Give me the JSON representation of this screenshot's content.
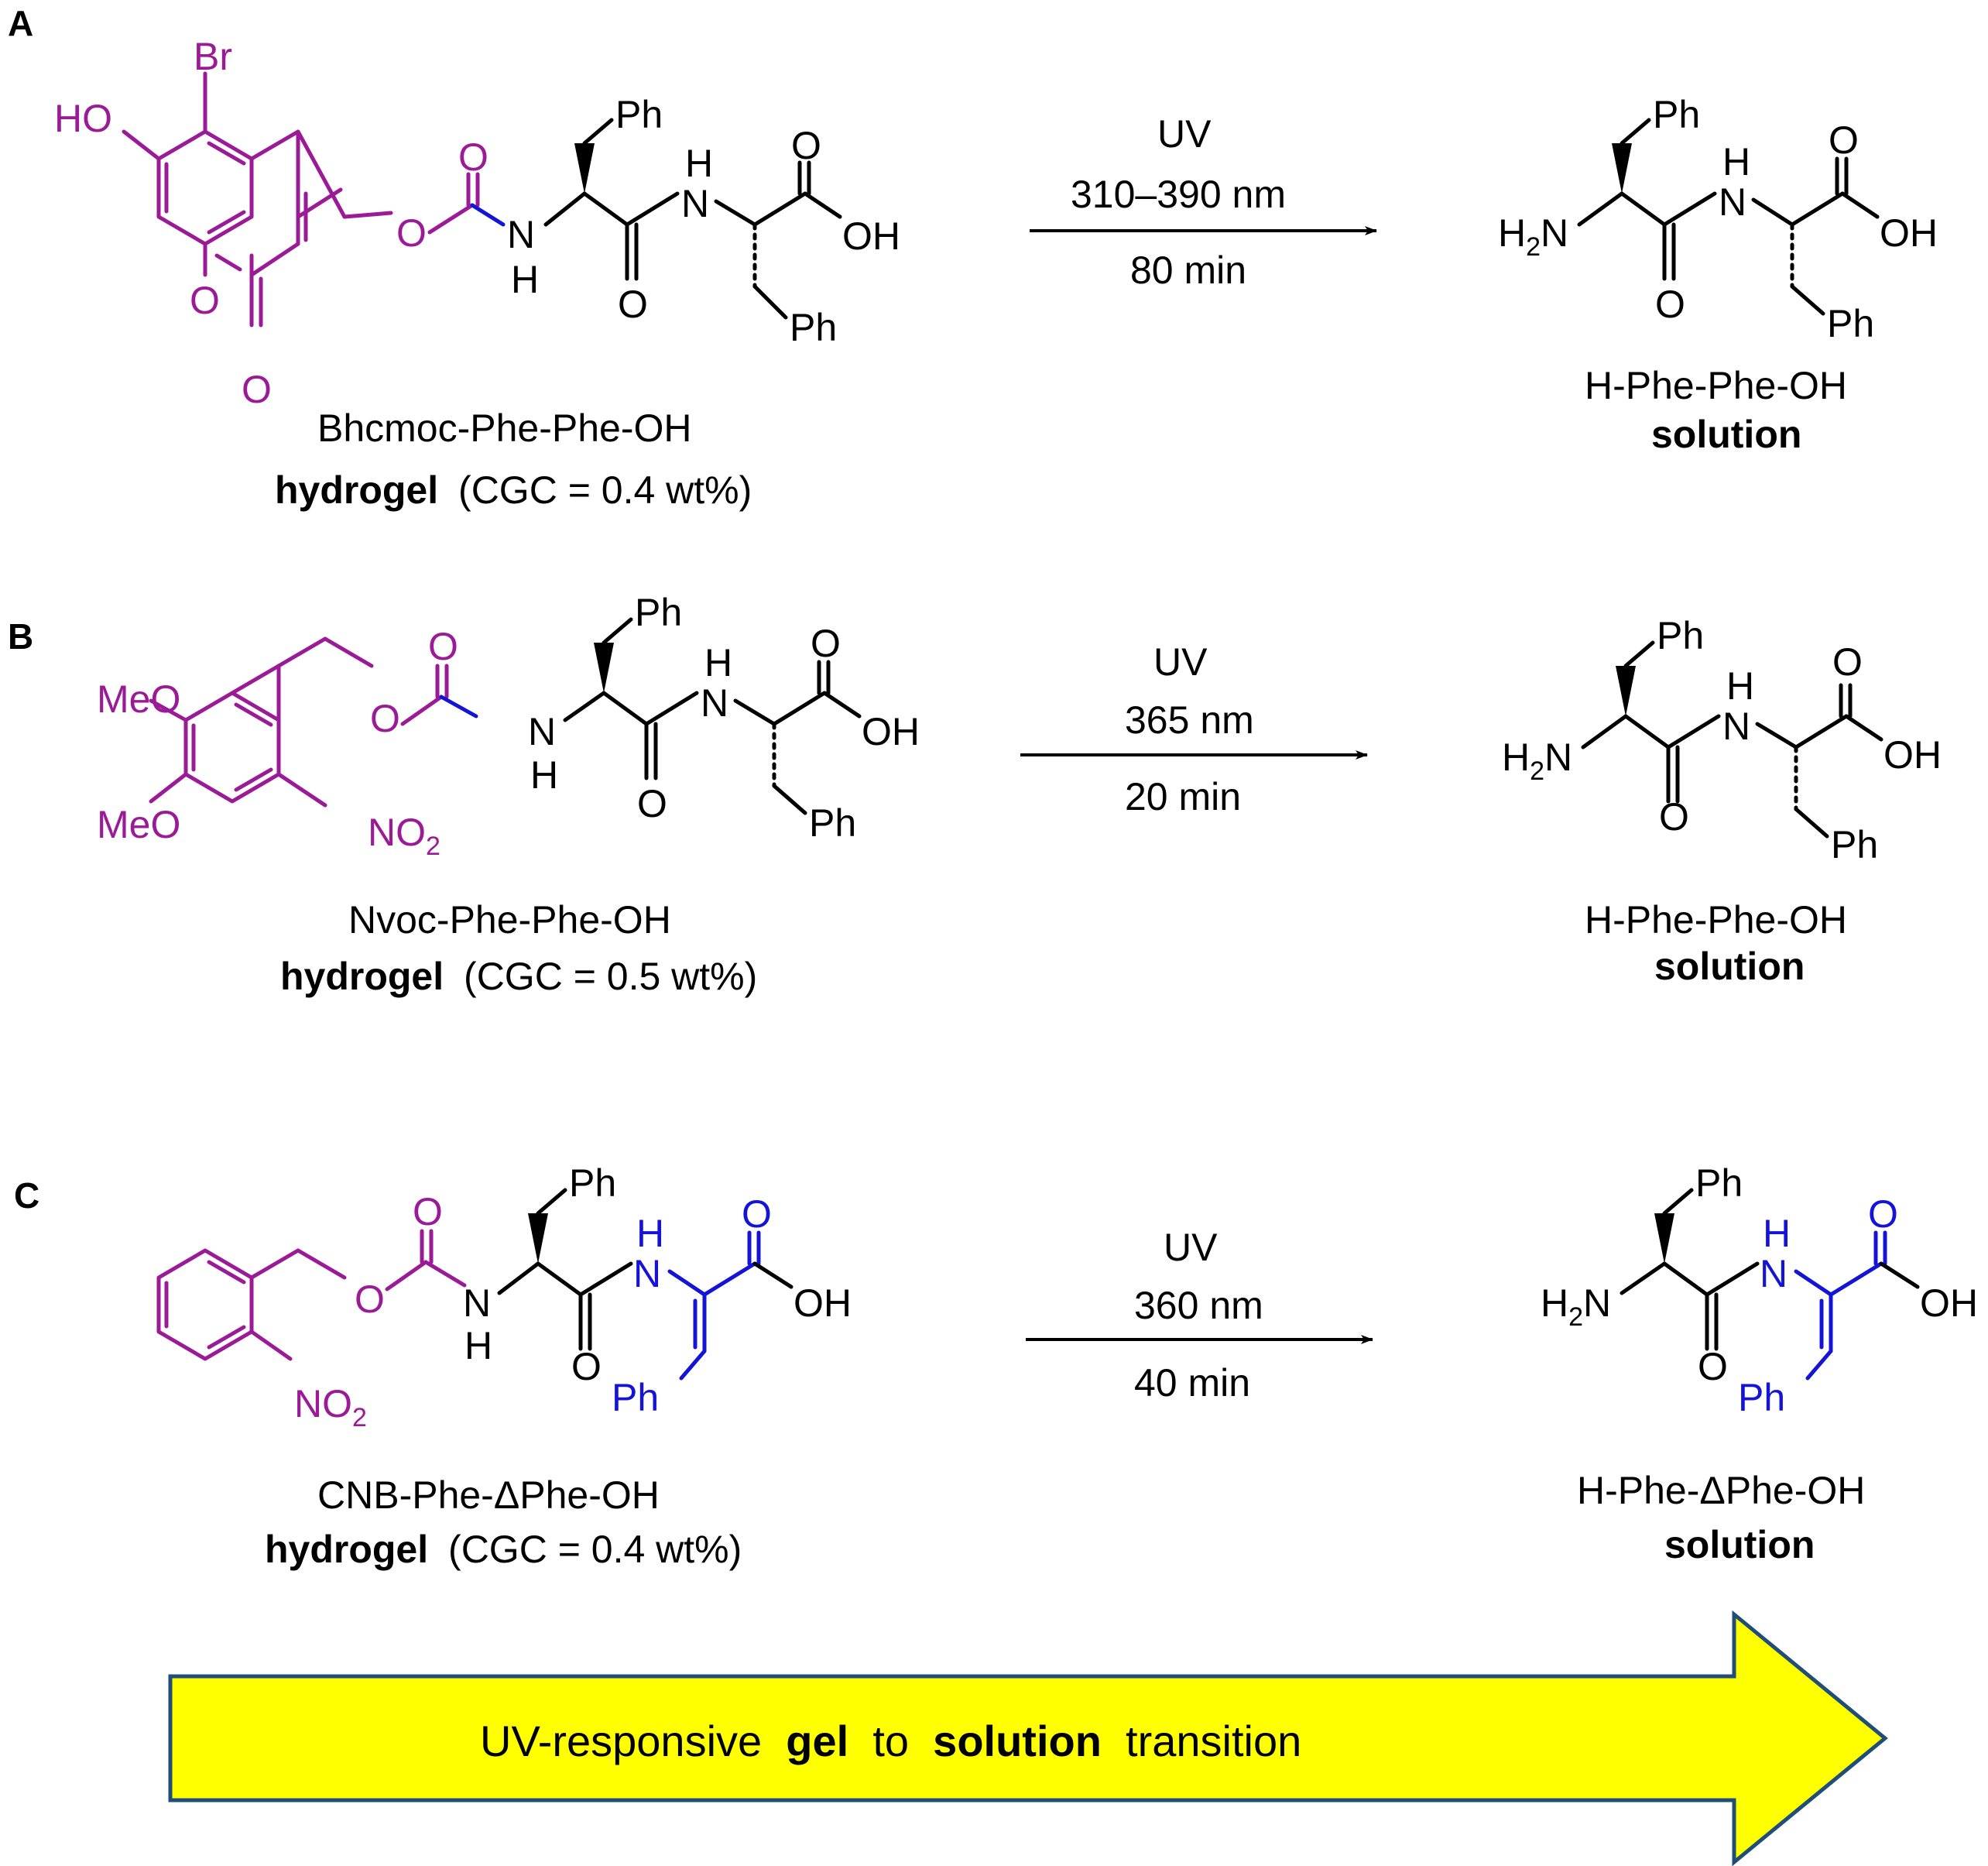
{
  "panels": {
    "A": {
      "letter": "A",
      "reactant_name": "Bhcmoc-Phe-Phe-OH",
      "reactant_state": "hydrogel",
      "reactant_cgc": "(CGC = 0.4 wt%)",
      "condition_source": "UV",
      "condition_wavelength": "310–390 nm",
      "condition_time": "80 min",
      "product_name": "H-Phe-Phe-OH",
      "product_state": "solution"
    },
    "B": {
      "letter": "B",
      "reactant_name": "Nvoc-Phe-Phe-OH",
      "reactant_state": "hydrogel",
      "reactant_cgc": "(CGC = 0.5 wt%)",
      "condition_source": "UV",
      "condition_wavelength": "365 nm",
      "condition_time": "20 min",
      "product_name": "H-Phe-Phe-OH",
      "product_state": "solution"
    },
    "C": {
      "letter": "C",
      "reactant_name": "CNB-Phe-ΔPhe-OH",
      "reactant_state": "hydrogel",
      "reactant_cgc": "(CGC = 0.4 wt%)",
      "condition_source": "UV",
      "condition_wavelength": "360 nm",
      "condition_time": "40 min",
      "product_name": "H-Phe-ΔPhe-OH",
      "product_state": "solution"
    }
  },
  "atoms": {
    "Br": "Br",
    "HO": "HO",
    "O": "O",
    "N": "N",
    "H": "H",
    "OH": "OH",
    "Ph": "Ph",
    "MeO": "MeO",
    "NO": "NO",
    "sub2": "2"
  },
  "banner": {
    "text_1": "UV-responsive ",
    "text_2": "gel",
    "text_3": " to ",
    "text_4": "solution",
    "text_5": " transition",
    "fill_color": "#ffff00",
    "border_color": "#1f4e79"
  },
  "colors": {
    "protecting_group": "#9b1b96",
    "highlight": "#1414d6",
    "default": "#000000"
  }
}
